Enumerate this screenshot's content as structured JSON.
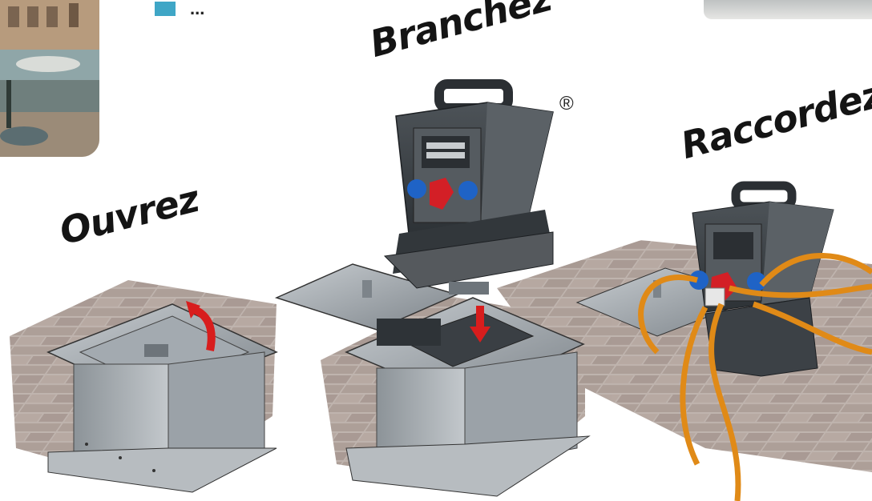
{
  "bullet": {
    "text": "..."
  },
  "steps": [
    {
      "label": "Ouvrez"
    },
    {
      "label": "Branchez"
    },
    {
      "label": "Raccordez"
    }
  ],
  "registered_mark": "®",
  "colors": {
    "bullet_accent": "#3fa6c6",
    "arrow_red": "#d81d1d",
    "socket_blue": "#1f63c6",
    "plug_red": "#d31f26",
    "cable_orange": "#e08a17",
    "pavers": "#a99a93",
    "metal": "#8f969c"
  },
  "icons": [
    "open-arrow-icon",
    "insert-arrow-icon",
    "handle-icon"
  ]
}
